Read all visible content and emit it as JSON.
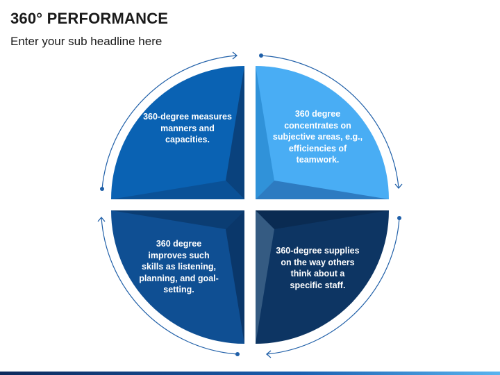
{
  "header": {
    "title": "360° PERFORMANCE",
    "subtitle": "Enter your sub headline here"
  },
  "quadrants": [
    {
      "position": "top-left",
      "text": "360-degree measures manners and capacities.",
      "color": "#0a62b3"
    },
    {
      "position": "top-right",
      "text": "360 degree concentrates on subjective areas, e.g., efficiencies of teamwork.",
      "color": "#49adf4"
    },
    {
      "position": "bottom-left",
      "text": "360 degree improves such skills as listening, planning, and goal-setting.",
      "color": "#0f4f93"
    },
    {
      "position": "bottom-right",
      "text": "360-degree supplies on the way others think about a specific staff.",
      "color": "#0d3563"
    }
  ],
  "colors": {
    "arrow": "#1f5fa8",
    "accent_bar": "#1b5fb0"
  }
}
